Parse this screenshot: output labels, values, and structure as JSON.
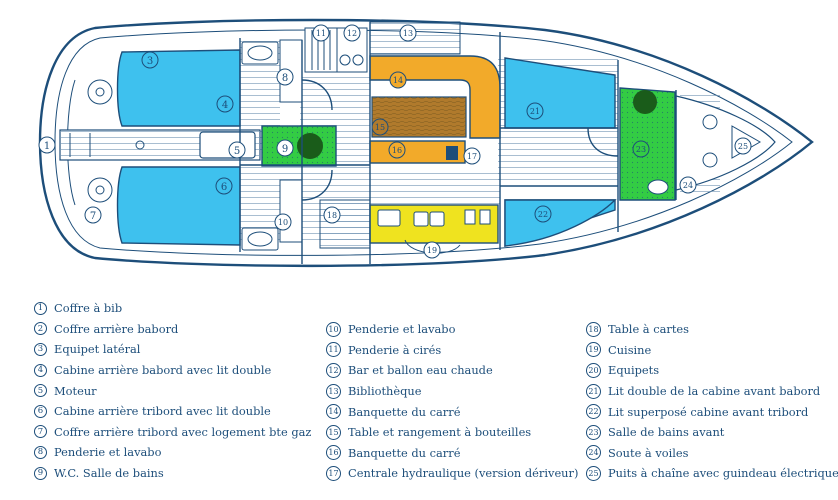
{
  "colors": {
    "outline": "#1d4e7a",
    "cabin_blue": "#3ec1ee",
    "bathroom_green": "#33cc44",
    "saloon_orange": "#f2aa2a",
    "galley_yellow": "#efe31f",
    "deck_line": "#6f93b2"
  },
  "legend": [
    {
      "num": "1",
      "label": "Coffre à bib"
    },
    {
      "num": "2",
      "label": "Coffre arrière babord"
    },
    {
      "num": "3",
      "label": "Equipet latéral"
    },
    {
      "num": "4",
      "label": "Cabine arrière babord avec lit double"
    },
    {
      "num": "5",
      "label": "Moteur"
    },
    {
      "num": "6",
      "label": "Cabine arrière tribord avec lit double"
    },
    {
      "num": "7",
      "label": "Coffre arrière tribord avec logement bte gaz"
    },
    {
      "num": "8",
      "label": "Penderie et lavabo"
    },
    {
      "num": "9",
      "label": "W.C. Salle de bains"
    },
    {
      "num": "10",
      "label": "Penderie et lavabo"
    },
    {
      "num": "11",
      "label": "Penderie à cirés"
    },
    {
      "num": "12",
      "label": "Bar et ballon eau chaude"
    },
    {
      "num": "13",
      "label": "Bibliothèque"
    },
    {
      "num": "14",
      "label": "Banquette du carré"
    },
    {
      "num": "15",
      "label": "Table et rangement à bouteilles"
    },
    {
      "num": "16",
      "label": "Banquette du carré"
    },
    {
      "num": "17",
      "label": "Centrale hydraulique (version dériveur)"
    },
    {
      "num": "18",
      "label": "Table à cartes"
    },
    {
      "num": "19",
      "label": "Cuisine"
    },
    {
      "num": "20",
      "label": "Equipets"
    },
    {
      "num": "21",
      "label": "Lit double de la cabine avant babord"
    },
    {
      "num": "22",
      "label": "Lit superposé cabine avant tribord"
    },
    {
      "num": "23",
      "label": "Salle de bains avant"
    },
    {
      "num": "24",
      "label": "Soute à voiles"
    },
    {
      "num": "25",
      "label": "Puits à chaîne avec guindeau électrique"
    }
  ]
}
